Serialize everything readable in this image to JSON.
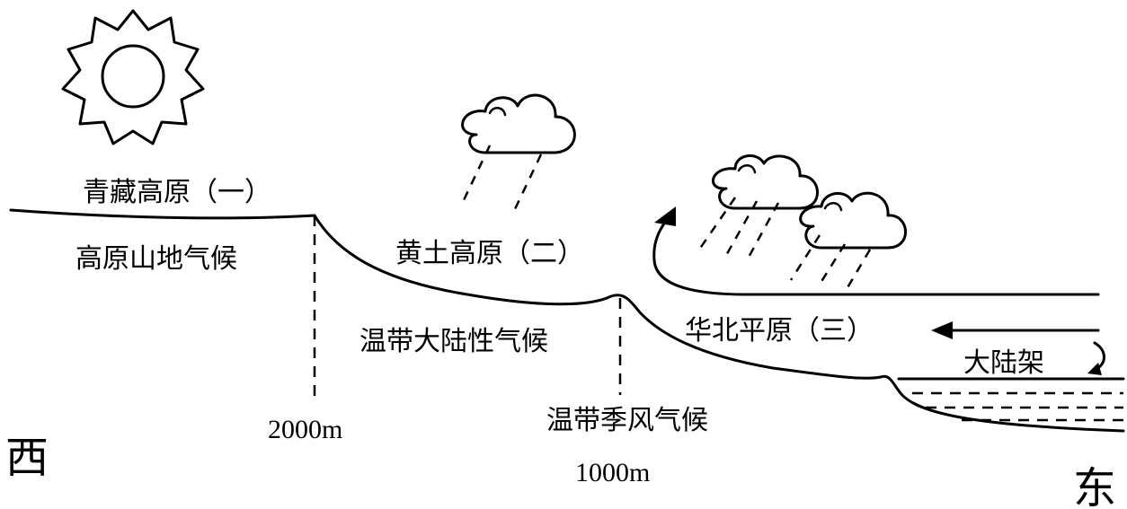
{
  "regions": {
    "qinghai_tibet": {
      "name": "青藏高原（一）",
      "climate": "高原山地气候",
      "elevation": "2000m"
    },
    "loess": {
      "name": "黄土高原（二）",
      "climate": "温带大陆性气候",
      "lower_climate": "温带季风气候",
      "elevation": "1000m"
    },
    "north_china": {
      "name": "华北平原（三）"
    }
  },
  "shelf_label": "大陆架",
  "directions": {
    "west": "西",
    "east": "东"
  }
}
